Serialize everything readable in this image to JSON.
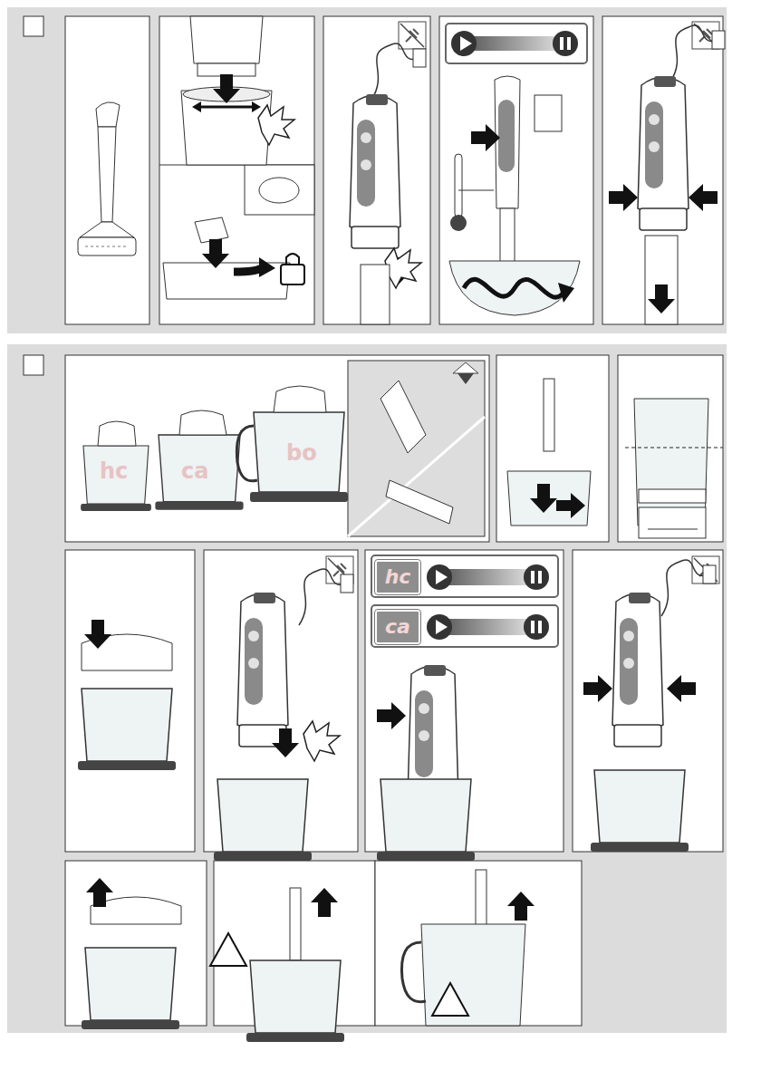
{
  "diagram": {
    "nodes": [
      {
        "text": [
          "hc"
        ]
      },
      {
        "text": [
          "ca"
        ]
      }
    ],
    "labels": [
      "hc",
      "ca",
      "bo"
    ]
  }
}
